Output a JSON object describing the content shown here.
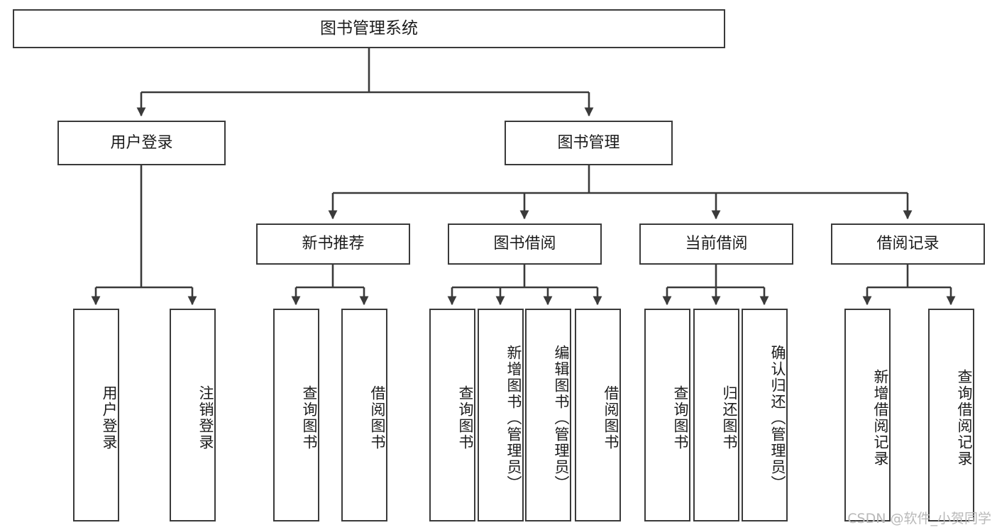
{
  "diagram": {
    "title": "图书管理系统",
    "watermark": "CSDN @软件_小贺同学",
    "colors": {
      "stroke": "#3a3a3a",
      "fill": "#ffffff",
      "text": "#1c1c1c",
      "watermark": "#b9b9b9"
    },
    "root": {
      "label": "图书管理系统"
    },
    "level2": [
      {
        "label": "用户登录"
      },
      {
        "label": "图书管理"
      }
    ],
    "level3": [
      {
        "label": "新书推荐"
      },
      {
        "label": "图书借阅"
      },
      {
        "label": "当前借阅"
      },
      {
        "label": "借阅记录"
      }
    ],
    "leaves": {
      "user_login": [
        {
          "label": "用户登录"
        },
        {
          "label": "注销登录"
        }
      ],
      "new_book": [
        {
          "label": "查询图书"
        },
        {
          "label": "借阅图书"
        }
      ],
      "book_borrow": [
        {
          "label": "查询图书"
        },
        {
          "label": "新增图书（管理员）"
        },
        {
          "label": "编辑图书（管理员）"
        },
        {
          "label": "借阅图书"
        }
      ],
      "current_borrow": [
        {
          "label": "查询图书"
        },
        {
          "label": "归还图书"
        },
        {
          "label": "确认归还（管理员）"
        }
      ],
      "borrow_record": [
        {
          "label": "新增借阅记录"
        },
        {
          "label": "查询借阅记录"
        }
      ]
    }
  }
}
